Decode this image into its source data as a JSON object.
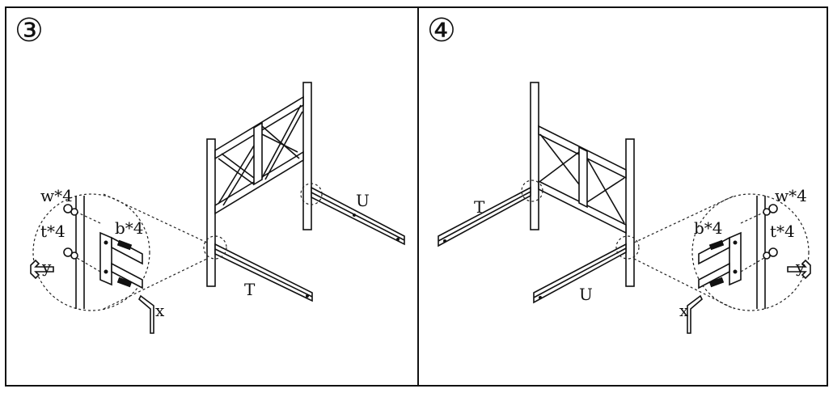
{
  "panels": [
    {
      "step": "③",
      "labels": {
        "w": "w*4",
        "t": "t*4",
        "b": "b*4",
        "y": "y",
        "x": "x",
        "T": "T",
        "U": "U"
      }
    },
    {
      "step": "④",
      "labels": {
        "w": "w*4",
        "t": "t*4",
        "b": "b*4",
        "y": "y",
        "x": "x",
        "T": "T",
        "U": "U"
      }
    }
  ]
}
